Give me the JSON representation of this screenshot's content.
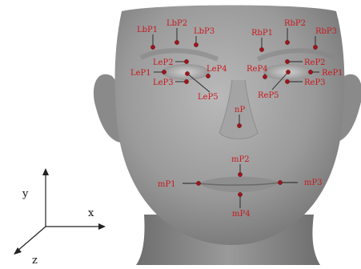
{
  "colors": {
    "background": "#ffffff",
    "skin": "#9d9d9d",
    "landmark": "#a0141c",
    "leader": "#222222",
    "label": "#c8191e",
    "axis": "#222222"
  },
  "axes": {
    "x": "x",
    "y": "y",
    "z": "z"
  },
  "landmarks": [
    {
      "id": "LbP1",
      "label": "LbP1"
    },
    {
      "id": "LbP2",
      "label": "LbP2"
    },
    {
      "id": "LbP3",
      "label": "LbP3"
    },
    {
      "id": "RbP1",
      "label": "RbP1"
    },
    {
      "id": "RbP2",
      "label": "RbP2"
    },
    {
      "id": "RbP3",
      "label": "RbP3"
    },
    {
      "id": "LeP1",
      "label": "LeP1"
    },
    {
      "id": "LeP2",
      "label": "LeP2"
    },
    {
      "id": "LeP3",
      "label": "LeP3"
    },
    {
      "id": "LeP4",
      "label": "LeP4"
    },
    {
      "id": "LeP5",
      "label": "LeP5"
    },
    {
      "id": "ReP1",
      "label": "ReP1"
    },
    {
      "id": "ReP2",
      "label": "ReP2"
    },
    {
      "id": "ReP3",
      "label": "ReP3"
    },
    {
      "id": "ReP4",
      "label": "ReP4"
    },
    {
      "id": "ReP5",
      "label": "ReP5"
    },
    {
      "id": "nP",
      "label": "nP"
    },
    {
      "id": "mP1",
      "label": "mP1"
    },
    {
      "id": "mP2",
      "label": "mP2"
    },
    {
      "id": "mP3",
      "label": "mP3"
    },
    {
      "id": "mP4",
      "label": "mP4"
    }
  ]
}
